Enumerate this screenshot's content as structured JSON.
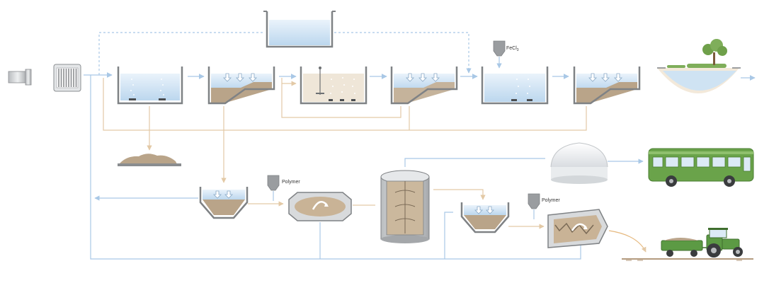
{
  "labels": {
    "ferric_chloride": "FeCl",
    "ferric_chloride_subscript": "3",
    "polymer_1": "Polymer",
    "polymer_2": "Polymer"
  },
  "colors": {
    "water": "#cfe3f3",
    "water_light": "#e6f1fa",
    "sludge": "#b9a489",
    "sludge_dark": "#8d7a62",
    "tank_wall": "#8a8d90",
    "flow_line": "#a9c8e6",
    "sludge_line": "#e3c9a6",
    "grass": "#7fae5a",
    "bus_green": "#6aa34a",
    "tractor_green": "#5c9a44"
  },
  "icons": {
    "inlet": "inlet-pipe-icon",
    "screen": "bar-screen-icon",
    "biogas": "gas-holder-dome-icon",
    "bus": "bus-icon",
    "tractor": "tractor-icon",
    "tree": "tree-icon"
  }
}
